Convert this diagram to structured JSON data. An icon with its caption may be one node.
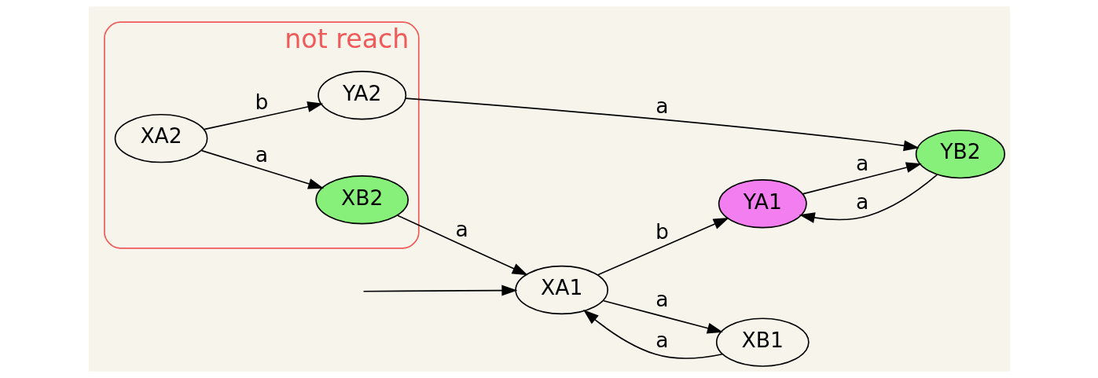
{
  "diagram": {
    "nodes": [
      {
        "text": [
          "XA1"
        ]
      },
      {
        "text": [
          "YA1"
        ]
      },
      {
        "text": [
          "not reach"
        ]
      },
      {
        "text": [
          "XA2"
        ],
        "in": 2
      },
      {
        "text": [
          "YA2"
        ],
        "in": 2
      },
      {
        "text": [
          "XB1"
        ]
      },
      {
        "text": [
          "XB2"
        ],
        "in": 2
      },
      {
        "text": [
          "YB2"
        ]
      }
    ],
    "edges": [
      {
        "from": null,
        "to": 0,
        "arrow": "to"
      },
      {
        "from": 0,
        "to": 1,
        "arrow": "to",
        "label": "b"
      },
      {
        "from": 0,
        "to": 5,
        "arrow": "to",
        "label": "a"
      },
      {
        "from": 5,
        "to": 0,
        "arrow": "to",
        "label": "a"
      },
      {
        "from": 1,
        "to": 7,
        "arrow": "to",
        "label": "a"
      },
      {
        "from": 7,
        "to": 1,
        "arrow": "to",
        "label": "a"
      },
      {
        "from": 6,
        "to": 0,
        "arrow": "to",
        "label": "a"
      },
      {
        "from": 3,
        "to": 4,
        "arrow": "to",
        "label": "b"
      },
      {
        "from": 3,
        "to": 6,
        "arrow": "to",
        "label": "a"
      },
      {
        "from": 4,
        "to": 7,
        "arrow": "to",
        "label": "a"
      }
    ]
  }
}
